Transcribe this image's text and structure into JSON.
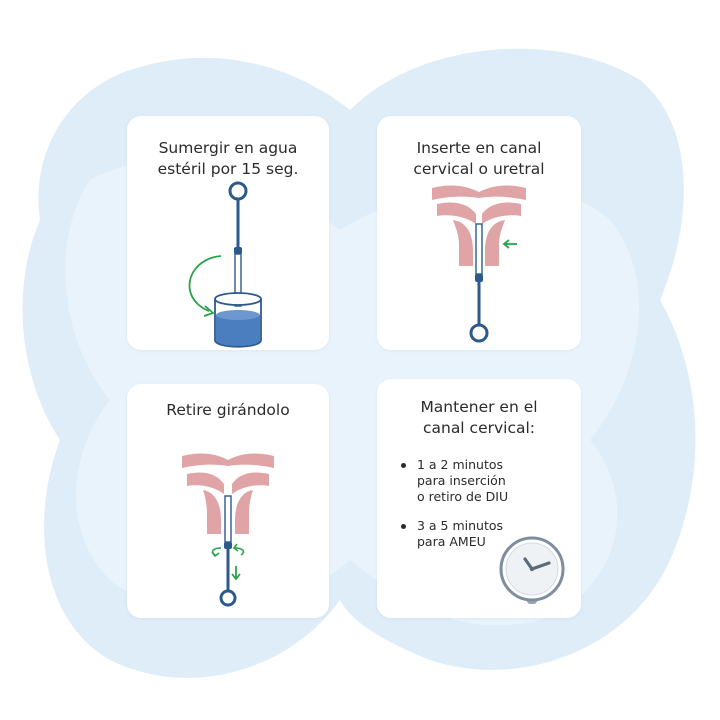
{
  "steps": [
    {
      "title_line1": "Sumergir en agua",
      "title_line2": "estéril por 15 seg."
    },
    {
      "title_line1": "Inserte en canal",
      "title_line2": "cervical o uretral"
    },
    {
      "title_line1": "Retire girándolo"
    },
    {
      "title_line1": "Mantener en el",
      "title_line2": "canal cervical:",
      "bullets": [
        {
          "line1": "1 a 2 minutos",
          "line2": "para inserción",
          "line3": "o retiro de DIU"
        },
        {
          "line1": "3 a 5 minutos",
          "line2": "para AMEU"
        }
      ]
    }
  ],
  "icons": {
    "curved_arrow": "curved-arrow-icon",
    "insert_arrow": "arrow-left-icon",
    "rotate_arrows": "rotate-icon",
    "down_arrow": "arrow-down-icon",
    "clock": "clock-icon"
  },
  "colors": {
    "background_blob": "#dcecf8",
    "instrument": "#2c5a8c",
    "tissue": "#e0a3a6",
    "tissue_dark": "#c98388",
    "arrow": "#2aa24a",
    "water": "#4a7ebf",
    "clock_ring": "#7d8ea0"
  }
}
